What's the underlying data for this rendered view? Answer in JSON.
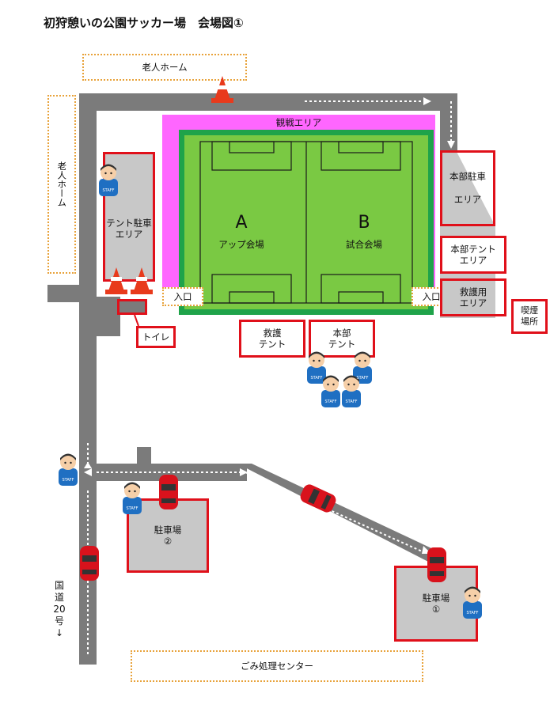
{
  "title": "初狩憩いの公園サッカー場　会場図①",
  "labels": {
    "elderly_home_top": "老人ホーム",
    "elderly_home_left": "老人ホーム",
    "spectator_area": "観戦エリア",
    "field_a_letter": "A",
    "field_a_name": "アップ会場",
    "field_b_letter": "B",
    "field_b_name": "試合会場",
    "entrance_left": "入口",
    "entrance_right": "入口",
    "tent_parking": "テント駐車\nエリア",
    "toilet": "トイレ",
    "first_aid_tent": "救護\nテント",
    "hq_tent": "本部\nテント",
    "hq_parking": "本部駐車\n\nエリア",
    "hq_tent_area": "本部テント\nエリア",
    "first_aid_area": "救護用\nエリア",
    "smoking": "喫煙\n場所",
    "parking2": "駐車場\n②",
    "parking1": "駐車場\n①",
    "route": "国\n道\n20\n号\n↓",
    "waste_center": "ごみ処理センター",
    "staff_badge": "STAFF"
  },
  "colors": {
    "field_green": "#7ac943",
    "field_border": "#1fa34a",
    "spectator_pink": "#ff66ff",
    "road": "#7b7b7b",
    "area_gray": "#c8c8c8",
    "red": "#e0101a",
    "dotted_orange": "#e8a23a"
  }
}
